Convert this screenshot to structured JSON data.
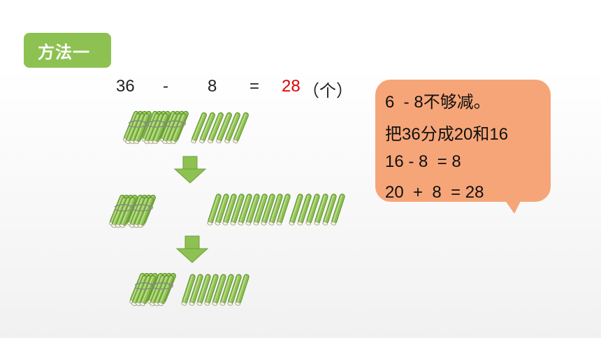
{
  "badge": {
    "label": "方法一",
    "color": "#8dc152"
  },
  "equation": {
    "a": "36",
    "op": "-",
    "b": "8",
    "eq": "=",
    "result": "28",
    "unit": "（个）",
    "result_color": "#e00000"
  },
  "bubble": {
    "color": "#f6a578",
    "lines": [
      "6  - 8不够减。",
      "把36分成20和16",
      "16 - 8  = 8",
      "20  +  8  = 28"
    ]
  },
  "illustration": {
    "row1": {
      "bundles": 3,
      "sticks": 6
    },
    "row2": {
      "bundles": 2,
      "sticks": 16
    },
    "row3": {
      "bundles": 2,
      "sticks": 8
    },
    "arrow_color": "#8dc152"
  }
}
